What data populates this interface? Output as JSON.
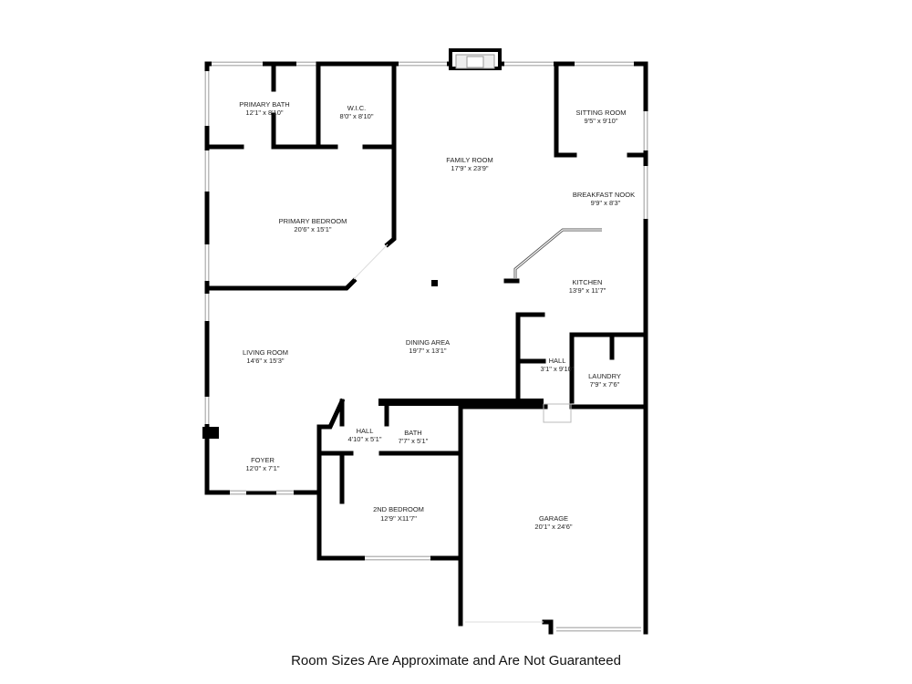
{
  "rooms": [
    {
      "name": "PRIMARY BATH",
      "size": "12'1\" x 8'10\""
    },
    {
      "name": "W.I.C.",
      "size": "8'0\" x 8'10\""
    },
    {
      "name": "FAMILY ROOM",
      "size": "17'9\" x 23'9\""
    },
    {
      "name": "SITTING ROOM",
      "size": "9'5\" x 9'10\""
    },
    {
      "name": "BREAKFAST NOOK",
      "size": "9'9\" x 8'3\""
    },
    {
      "name": "PRIMARY BEDROOM",
      "size": "20'6\" x 15'1\""
    },
    {
      "name": "KITCHEN",
      "size": "13'9\" x 11'7\""
    },
    {
      "name": "LIVING ROOM",
      "size": "14'6\" x 15'3\""
    },
    {
      "name": "DINING AREA",
      "size": "19'7\" x 13'1\""
    },
    {
      "name": "HALL",
      "size": "3'1\" x 9'10\""
    },
    {
      "name": "LAUNDRY",
      "size": "7'9\" x 7'6\""
    },
    {
      "name": "HALL",
      "size": "4'10\" x 5'1\""
    },
    {
      "name": "BATH",
      "size": "7'7\" x 5'1\""
    },
    {
      "name": "FOYER",
      "size": "12'0\" x 7'1\""
    },
    {
      "name": "2ND BEDROOM",
      "size": "12'9\" X11'7\""
    },
    {
      "name": "GARAGE",
      "size": "20'1\" x 24'6\""
    }
  ],
  "disclaimer": "Room Sizes Are Approximate and Are Not Guaranteed"
}
